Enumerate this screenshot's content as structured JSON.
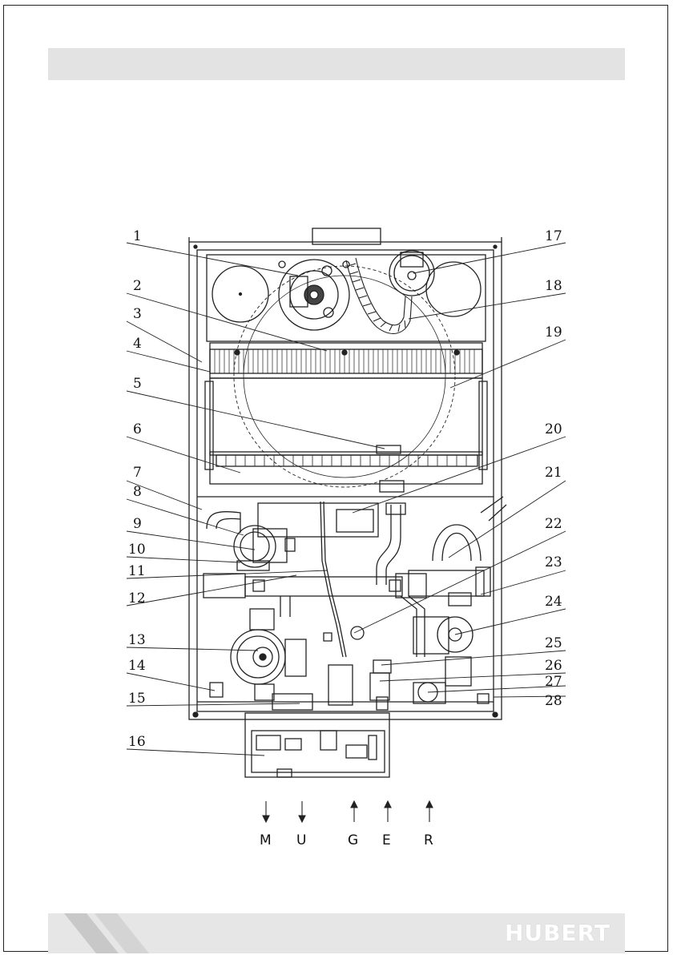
{
  "callouts_left": [
    "1",
    "2",
    "3",
    "4",
    "5",
    "6",
    "7",
    "8",
    "9",
    "10",
    "11",
    "12",
    "13",
    "14",
    "15",
    "16"
  ],
  "callouts_right": [
    "17",
    "18",
    "19",
    "20",
    "21",
    "22",
    "23",
    "24",
    "25",
    "26",
    "27",
    "28"
  ],
  "connections": [
    {
      "label": "M",
      "direction": "down"
    },
    {
      "label": "U",
      "direction": "down"
    },
    {
      "label": "G",
      "direction": "up"
    },
    {
      "label": "E",
      "direction": "up"
    },
    {
      "label": "R",
      "direction": "up"
    }
  ],
  "footer": {
    "brand": "HUBERT"
  }
}
